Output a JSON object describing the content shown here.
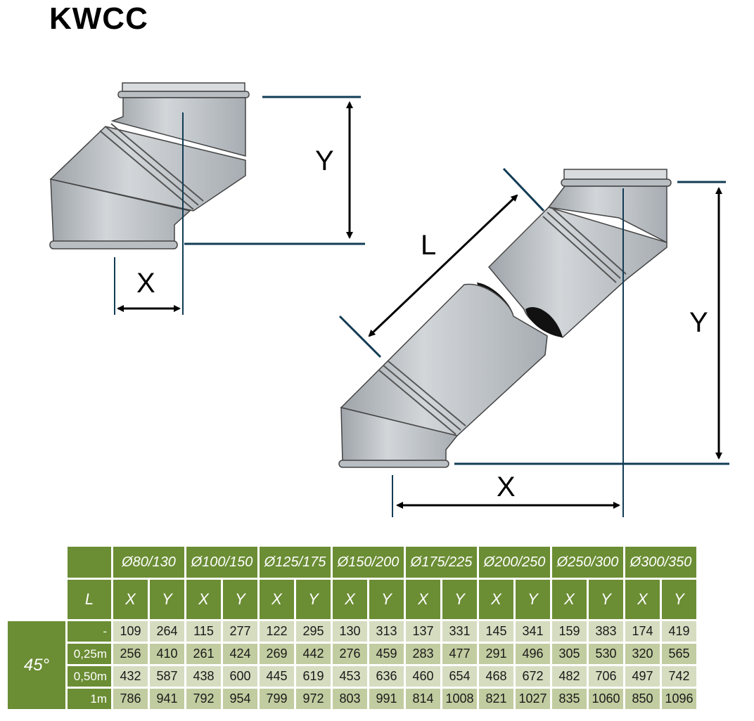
{
  "title": "KWCC",
  "diagram": {
    "label_y_small": "Y",
    "label_x_small": "X",
    "label_l": "L",
    "label_y_large": "Y",
    "label_x_large": "X",
    "line_color": "#123c55",
    "arrow_color": "#000000",
    "pipe_fill": "#c4c9cd"
  },
  "table": {
    "l_header": "L",
    "angle": "45°",
    "sizes": [
      "Ø80/130",
      "Ø100/150",
      "Ø125/175",
      "Ø150/200",
      "Ø175/225",
      "Ø200/250",
      "Ø250/300",
      "Ø300/350"
    ],
    "x_label": "X",
    "y_label": "Y",
    "header_color": "#6b8d34",
    "rows": [
      {
        "l": "-",
        "values": [
          "109",
          "264",
          "115",
          "277",
          "122",
          "295",
          "130",
          "313",
          "137",
          "331",
          "145",
          "341",
          "159",
          "383",
          "174",
          "419"
        ]
      },
      {
        "l": "0,25m",
        "values": [
          "256",
          "410",
          "261",
          "424",
          "269",
          "442",
          "276",
          "459",
          "283",
          "477",
          "291",
          "496",
          "305",
          "530",
          "320",
          "565"
        ]
      },
      {
        "l": "0,50m",
        "values": [
          "432",
          "587",
          "438",
          "600",
          "445",
          "619",
          "453",
          "636",
          "460",
          "654",
          "468",
          "672",
          "482",
          "706",
          "497",
          "742"
        ]
      },
      {
        "l": "1m",
        "values": [
          "786",
          "941",
          "792",
          "954",
          "799",
          "972",
          "803",
          "991",
          "814",
          "1008",
          "821",
          "1027",
          "835",
          "1060",
          "850",
          "1096"
        ]
      }
    ]
  }
}
